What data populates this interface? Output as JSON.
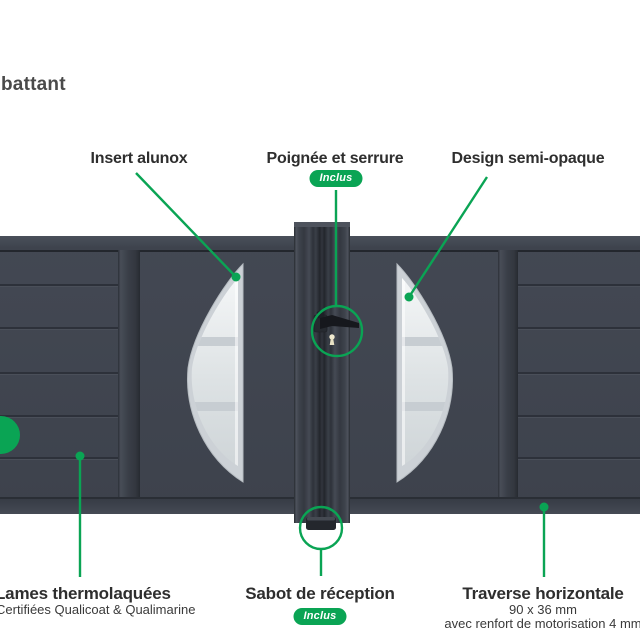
{
  "page": {
    "title": "battant"
  },
  "colors": {
    "accent": "#0aa454",
    "gate_body": "#3f444e",
    "lens_frame": "#ccd1d6",
    "text_dark": "#2e2e2e"
  },
  "callouts": {
    "insert_alunox": {
      "label": "Insert alunox"
    },
    "poignee": {
      "label": "Poignée et serrure",
      "badge": "Inclus"
    },
    "design": {
      "label": "Design semi-opaque"
    },
    "lames": {
      "label": "Lames thermolaquées",
      "sub": "Certifiées Qualicoat & Qualimarine"
    },
    "sabot": {
      "label": "Sabot de réception",
      "badge": "Inclus"
    },
    "traverse": {
      "label": "Traverse horizontale",
      "dim": "90 x 36 mm",
      "note": "avec renfort de motorisation 4 mm"
    }
  }
}
